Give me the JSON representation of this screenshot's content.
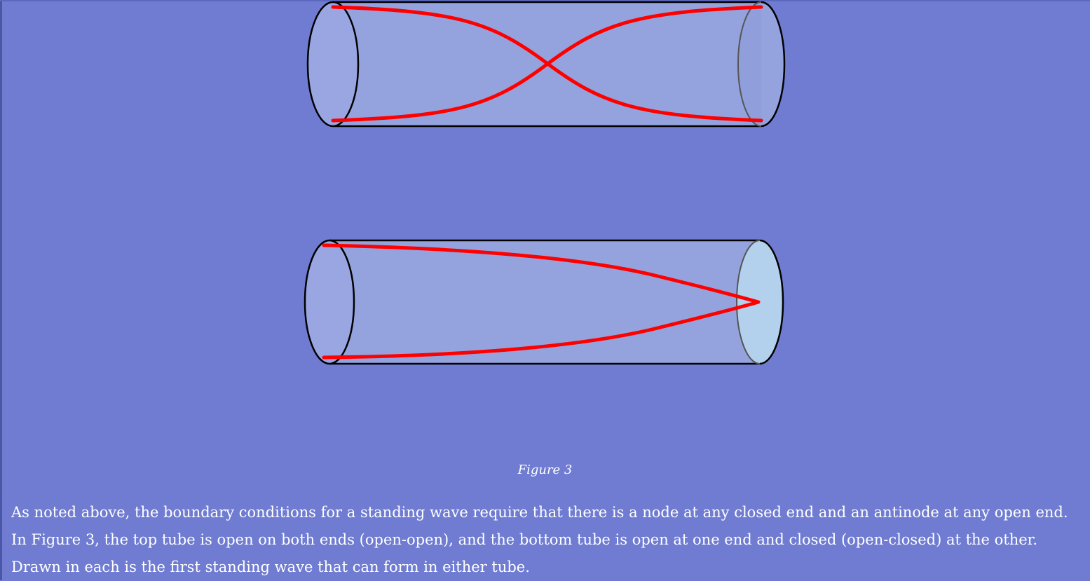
{
  "figure": {
    "caption": "Figure 3",
    "colors": {
      "background": "#6f7cd1",
      "tube_body": "#94a3de",
      "tube_left_face": "#9aa6e2",
      "tube_closed_face": "#b3d0ec",
      "outline": "#000000",
      "wave": "#ff0000"
    },
    "tubes": [
      {
        "name": "top-tube",
        "ends": "open-open"
      },
      {
        "name": "bottom-tube",
        "ends": "open-closed"
      }
    ]
  },
  "paragraph": {
    "text": "As noted above, the boundary conditions for a standing wave require that there is a node at any closed end and an antinode at any open end. In Figure 3, the top tube is open on both ends (open-open), and the bottom tube is open at one end and closed (open-closed) at the other. Drawn in each is the first standing wave that can form in either tube."
  }
}
